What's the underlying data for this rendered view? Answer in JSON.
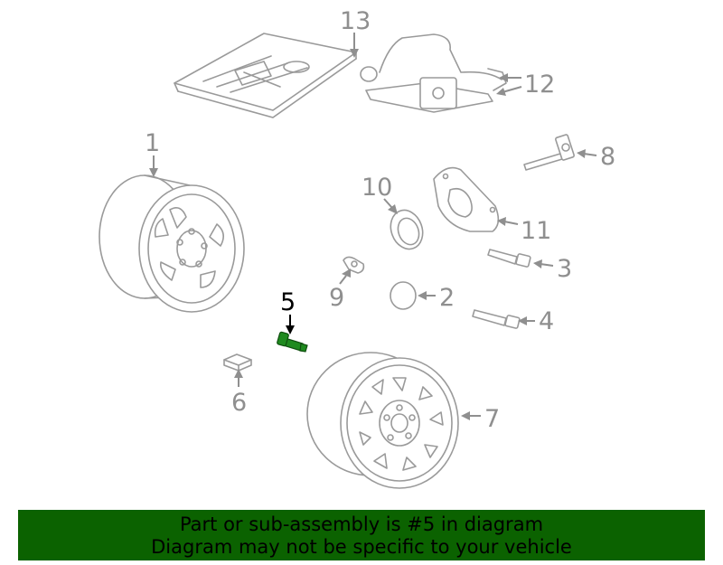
{
  "labels": {
    "p1": "1",
    "p2": "2",
    "p3": "3",
    "p4": "4",
    "p5": "5",
    "p6": "6",
    "p7": "7",
    "p8": "8",
    "p9": "9",
    "p10": "10",
    "p11": "11",
    "p12": "12",
    "p13": "13"
  },
  "highlight_part": "5",
  "colors": {
    "highlight": "#1f8a1f",
    "banner": "#0b6200",
    "line": "#9a9a9a"
  },
  "banner": {
    "line1": "Part or sub-assembly is #5 in diagram",
    "line2": "Diagram may not be specific to your vehicle"
  }
}
